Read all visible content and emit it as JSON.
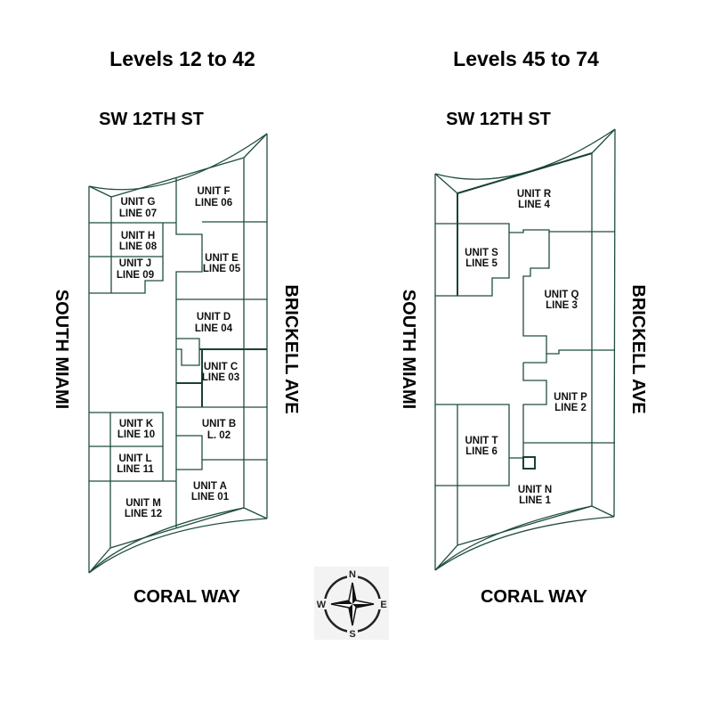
{
  "left_plan": {
    "title": "Levels 12 to 42",
    "streets": {
      "north": "SW 12TH ST",
      "west": "SOUTH MIAMI",
      "east": "BRICKELL AVE",
      "south": "CORAL WAY"
    },
    "units": [
      {
        "unit": "UNIT G",
        "line": "LINE 07"
      },
      {
        "unit": "UNIT F",
        "line": "LINE 06"
      },
      {
        "unit": "UNIT H",
        "line": "LINE 08"
      },
      {
        "unit": "UNIT J",
        "line": "LINE 09"
      },
      {
        "unit": "UNIT E",
        "line": "LINE 05"
      },
      {
        "unit": "UNIT D",
        "line": "LINE 04"
      },
      {
        "unit": "UNIT C",
        "line": "LINE 03"
      },
      {
        "unit": "UNIT B",
        "line": "L. 02"
      },
      {
        "unit": "UNIT K",
        "line": "LINE 10"
      },
      {
        "unit": "UNIT L",
        "line": "LINE 11"
      },
      {
        "unit": "UNIT A",
        "line": "LINE 01"
      },
      {
        "unit": "UNIT M",
        "line": "LINE 12"
      }
    ]
  },
  "right_plan": {
    "title": "Levels 45 to 74",
    "streets": {
      "north": "SW 12TH ST",
      "west": "SOUTH MIAMI",
      "east": "BRICKELL AVE",
      "south": "CORAL WAY"
    },
    "units": [
      {
        "unit": "UNIT R",
        "line": "LINE 4"
      },
      {
        "unit": "UNIT S",
        "line": "LINE 5"
      },
      {
        "unit": "UNIT Q",
        "line": "LINE 3"
      },
      {
        "unit": "UNIT P",
        "line": "LINE 2"
      },
      {
        "unit": "UNIT T",
        "line": "LINE 6"
      },
      {
        "unit": "UNIT N",
        "line": "LINE 1"
      }
    ]
  },
  "compass": {
    "n": "N",
    "e": "E",
    "s": "S",
    "w": "W"
  },
  "colors": {
    "wall": "#1f4d3f"
  }
}
